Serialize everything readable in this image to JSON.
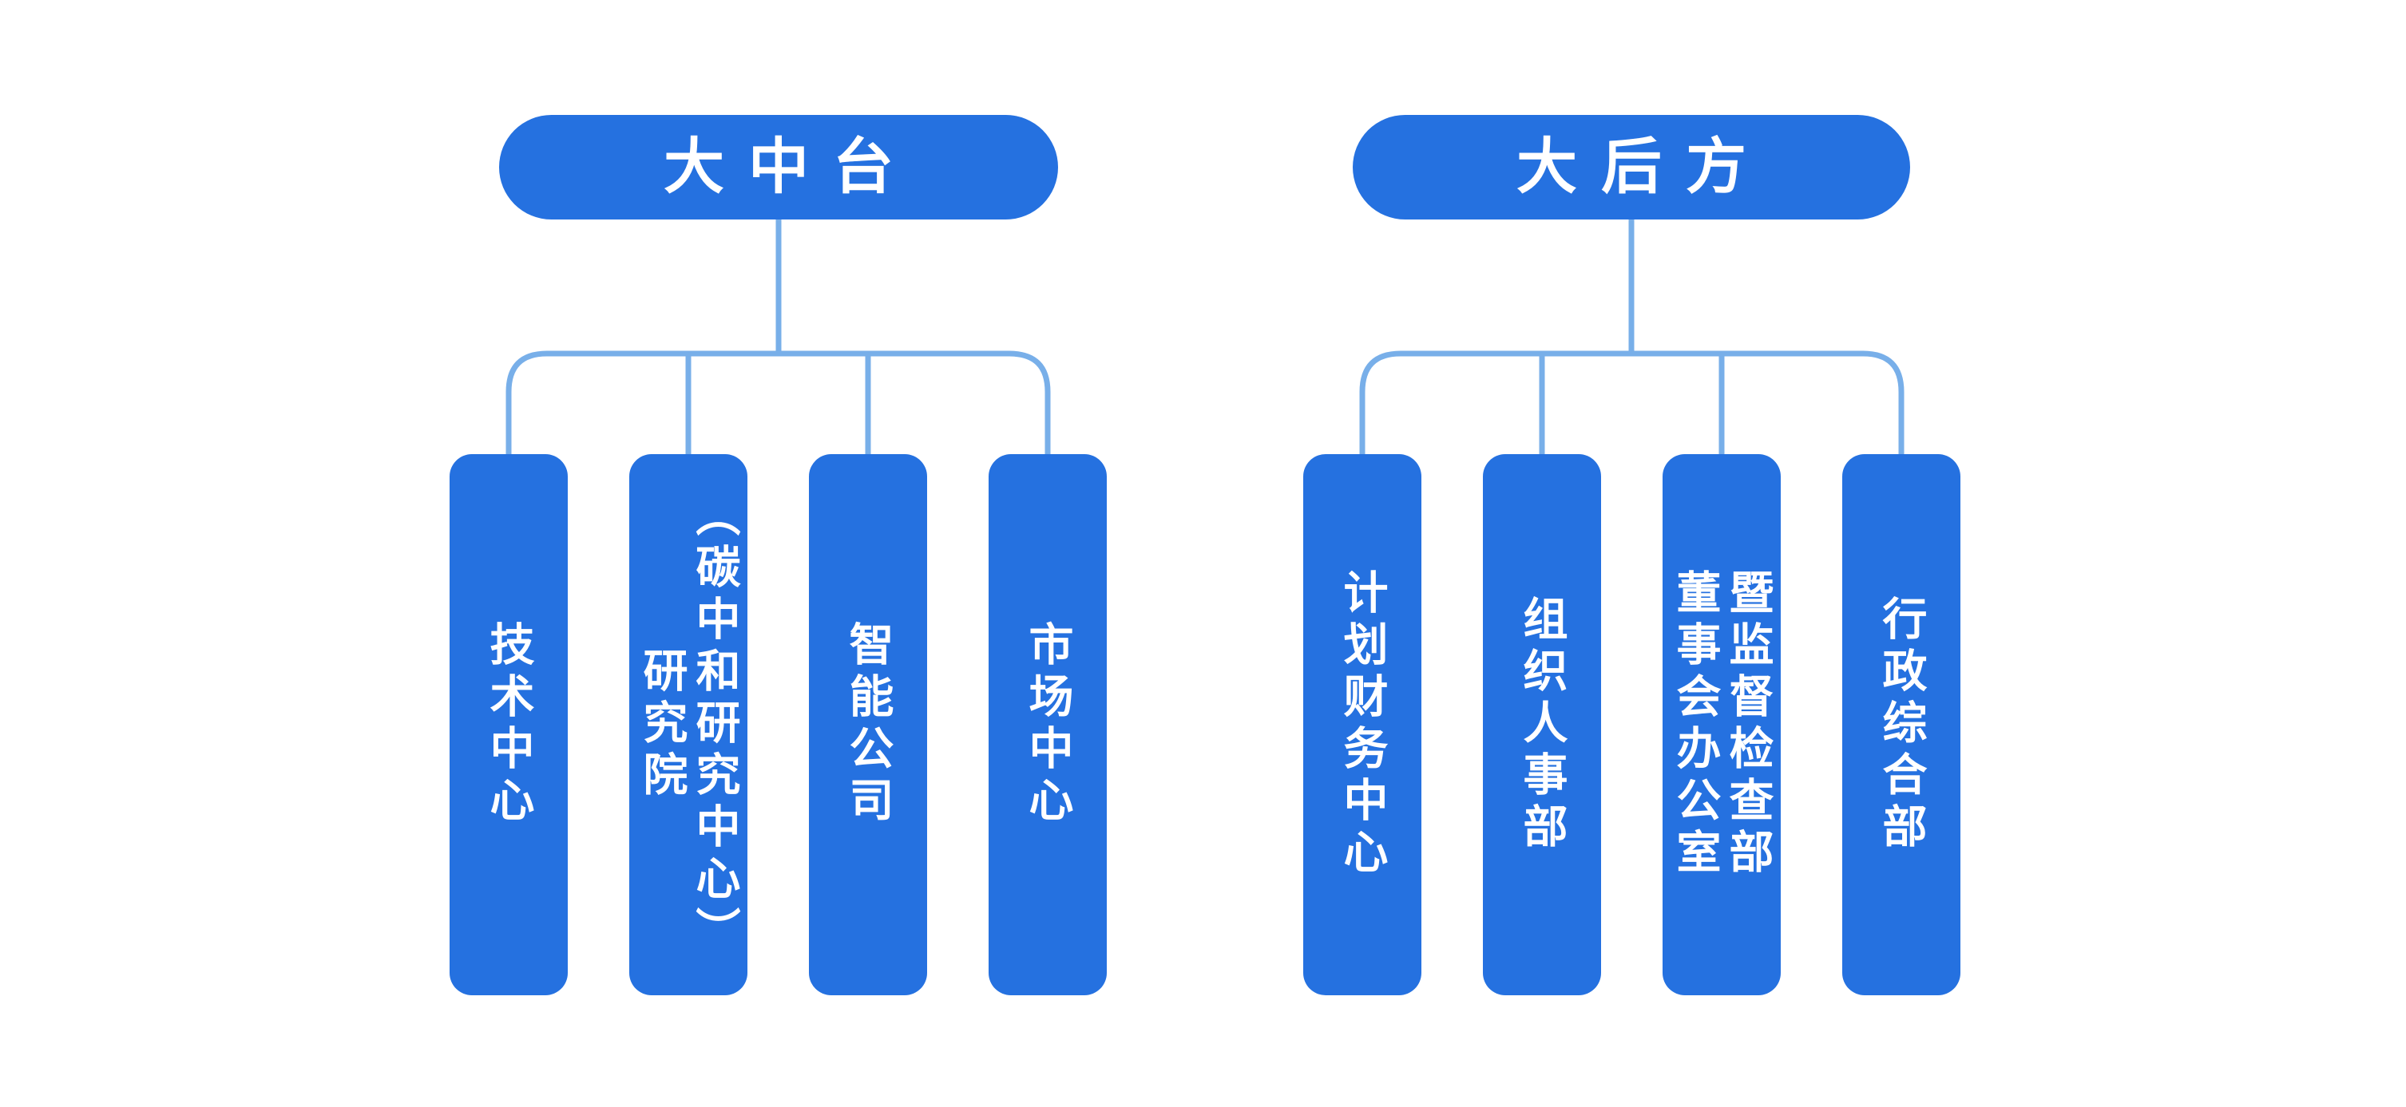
{
  "diagram": {
    "type": "org-chart",
    "colors": {
      "background": "#ffffff",
      "node_fill": "#2571E0",
      "node_text": "#ffffff",
      "connector": "#78AFE9"
    },
    "groups": [
      {
        "root": {
          "label": "大中台"
        },
        "children": [
          {
            "lines": [
              "技术中心"
            ]
          },
          {
            "lines": [
              "研究院",
              "（碳中和研究中心）"
            ]
          },
          {
            "lines": [
              "智能公司"
            ]
          },
          {
            "lines": [
              "市场中心"
            ]
          }
        ]
      },
      {
        "root": {
          "label": "大后方"
        },
        "children": [
          {
            "lines": [
              "计划财务中心"
            ]
          },
          {
            "lines": [
              "组织人事部"
            ]
          },
          {
            "lines": [
              "董事会办公室",
              "暨监督检查部"
            ]
          },
          {
            "lines": [
              "行政综合部"
            ]
          }
        ]
      }
    ]
  }
}
